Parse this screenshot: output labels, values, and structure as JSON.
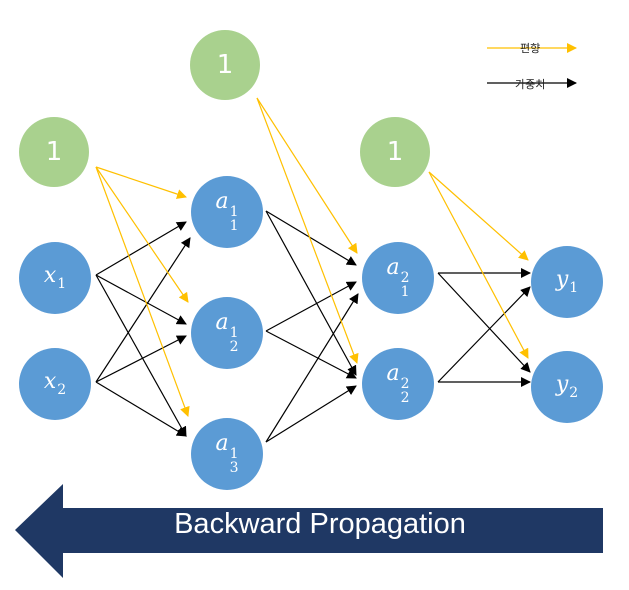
{
  "colors": {
    "bias_node": "#a9d18e",
    "neuron_node": "#5b9bd5",
    "bias_arrow": "#ffc000",
    "weight_arrow": "#000000",
    "banner": "#1f3864"
  },
  "legend": {
    "bias_label": "편향",
    "weight_label": "가중치"
  },
  "bias_nodes": [
    {
      "label": "1"
    },
    {
      "label": "1"
    },
    {
      "label": "1"
    }
  ],
  "inputs": [
    {
      "sym": "x",
      "sub": "1"
    },
    {
      "sym": "x",
      "sub": "2"
    }
  ],
  "hidden1": [
    {
      "sym": "a",
      "sup": "1",
      "sub": "1"
    },
    {
      "sym": "a",
      "sup": "1",
      "sub": "2"
    },
    {
      "sym": "a",
      "sup": "1",
      "sub": "3"
    }
  ],
  "hidden2": [
    {
      "sym": "a",
      "sup": "2",
      "sub": "1"
    },
    {
      "sym": "a",
      "sup": "2",
      "sub": "2"
    }
  ],
  "outputs": [
    {
      "sym": "y",
      "sub": "1"
    },
    {
      "sym": "y",
      "sub": "2"
    }
  ],
  "banner": {
    "text": "Backward Propagation"
  }
}
